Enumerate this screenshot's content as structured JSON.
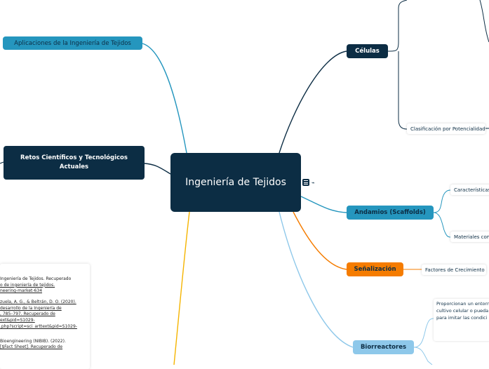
{
  "central": {
    "title": "Ingeniería de Tejidos"
  },
  "branches": {
    "aplicaciones": "Aplicaciones de la Ingeniería de Tejidos",
    "retos": "Retos Científicos y Tecnológicos Actuales",
    "celulas": "Células",
    "andamios": "Andamios (Scaffolds)",
    "senalizacion": "Señalización",
    "biorreactores": "Biorreactores"
  },
  "sub": {
    "clasificacion": "Clasificación por Potencialidad",
    "caracteristicas": "Características",
    "materiales": "Materiales com",
    "factores": "Factores de Crecimiento"
  },
  "biorreactores_desc": {
    "line1": "Proporcionan un entorn",
    "line2": "cultivo celular o pueda",
    "line3": "para imitar las condici"
  },
  "references": {
    "r1a": "Ingeniería de Tejidos. Recuperado",
    "r1b": "o de ingeniería de tejidos.",
    "r1c": "neering-market-634",
    "r2a": "zuela, A. G., & Beltrán, D. O. (2020).",
    "r2b": "desarrollo de la Ingeniería de",
    "r2c": ", 785–797. Recuperado de",
    "r2d": "ext&pid=S1029-",
    "r2e": ".php?script=sci_arttext&pid=S1029-",
    "r3a": "Bioengineering (NIBIB). (2022).",
    "r3b": "[$Fact Sheet]. Recuperado de"
  },
  "colors": {
    "dark": "#0c2d44",
    "teal": "#2596be",
    "orange": "#f57c00",
    "yellow": "#f5b400",
    "lightblue": "#8ec8ea"
  },
  "icons": [
    "notes-icon",
    "link-icon"
  ]
}
